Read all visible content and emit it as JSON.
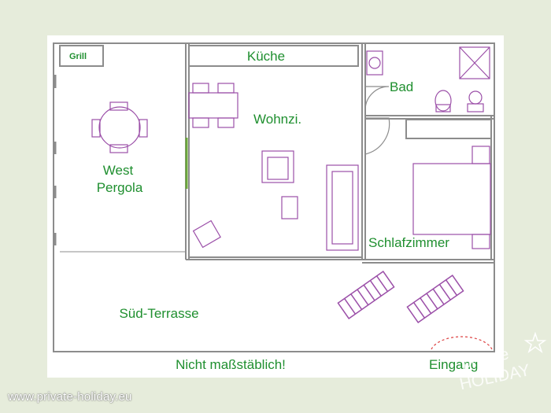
{
  "colors": {
    "background": "#e6ecdb",
    "paper": "#ffffff",
    "wall": "#8c8c8c",
    "label": "#1f8f2f",
    "furniture": "#9b4fa8"
  },
  "plan": {
    "rooms": {
      "grill": "Grill",
      "kitchen": "Küche",
      "bath": "Bad",
      "living": "Wohnzi.",
      "west_pergola_line1": "West",
      "west_pergola_line2": "Pergola",
      "bedroom": "Schlafzimmer",
      "south_terrace": "Süd-Terrasse",
      "entrance": "Eingang"
    },
    "note": "Nicht maßstäblich!"
  },
  "watermark": {
    "site_url": "www.private-holiday.eu",
    "logo_line1": "private",
    "logo_line2": "HOLIDAY"
  },
  "icons": [
    "star-icon"
  ]
}
